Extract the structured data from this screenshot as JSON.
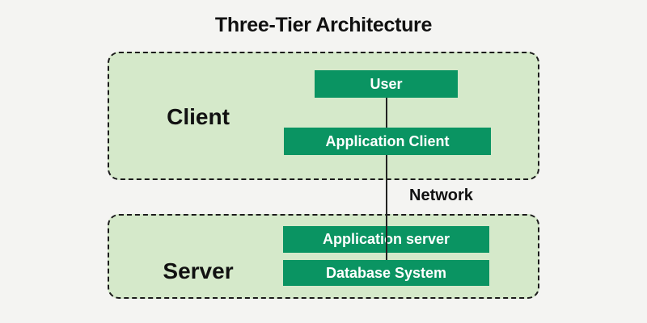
{
  "title": "Three-Tier Architecture",
  "colors": {
    "background": "#f4f4f2",
    "tier_fill": "#d5e9ca",
    "tier_border": "#1b1b1b",
    "node_fill": "#0a9462",
    "node_text": "#ffffff",
    "label_text": "#111111",
    "line_color": "#222222"
  },
  "tiers": [
    {
      "label": "Client",
      "nodes": [
        {
          "label": "User"
        },
        {
          "label": "Application Client"
        }
      ]
    },
    {
      "label": "Server",
      "nodes": [
        {
          "label": "Application server"
        },
        {
          "label": "Database System"
        }
      ]
    }
  ],
  "connector": {
    "label": "Network"
  }
}
